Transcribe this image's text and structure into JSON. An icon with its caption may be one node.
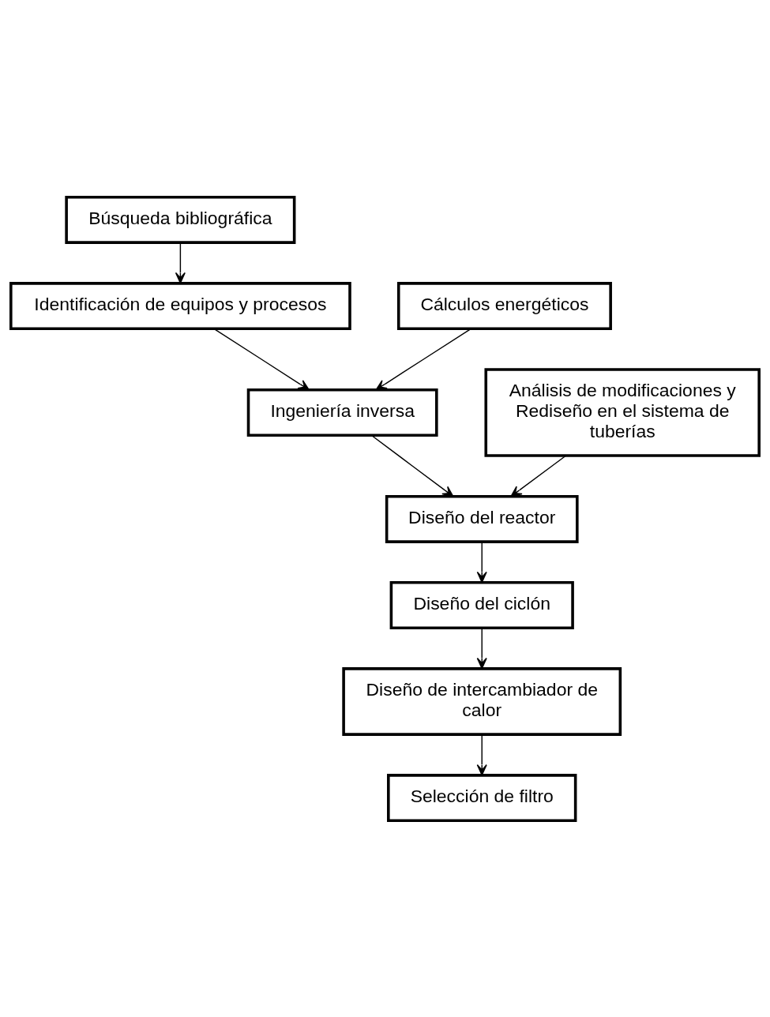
{
  "diagram": {
    "nodes": [
      {
        "text": [
          "Búsqueda bibliográfica"
        ]
      },
      {
        "text": [
          "Identificación de equipos y procesos"
        ]
      },
      {
        "text": [
          "Cálculos energéticos"
        ]
      },
      {
        "text": [
          "Ingeniería inversa"
        ]
      },
      {
        "text": [
          "Análisis de modificaciones y Rediseño en el sistema de tuberías"
        ]
      },
      {
        "text": [
          "Diseño del reactor"
        ]
      },
      {
        "text": [
          "Diseño del ciclón"
        ]
      },
      {
        "text": [
          "Diseño de intercambiador de calor"
        ]
      },
      {
        "text": [
          "Selección de filtro"
        ]
      }
    ],
    "edges": [
      {
        "from": 0,
        "to": 1,
        "arrow": "to"
      },
      {
        "from": 1,
        "to": 3,
        "arrow": "to"
      },
      {
        "from": 2,
        "to": 3,
        "arrow": "to"
      },
      {
        "from": 3,
        "to": 5,
        "arrow": "to"
      },
      {
        "from": 4,
        "to": 5,
        "arrow": "to"
      },
      {
        "from": 5,
        "to": 6,
        "arrow": "to"
      },
      {
        "from": 6,
        "to": 7,
        "arrow": "to"
      },
      {
        "from": 7,
        "to": 8,
        "arrow": "to"
      }
    ]
  }
}
